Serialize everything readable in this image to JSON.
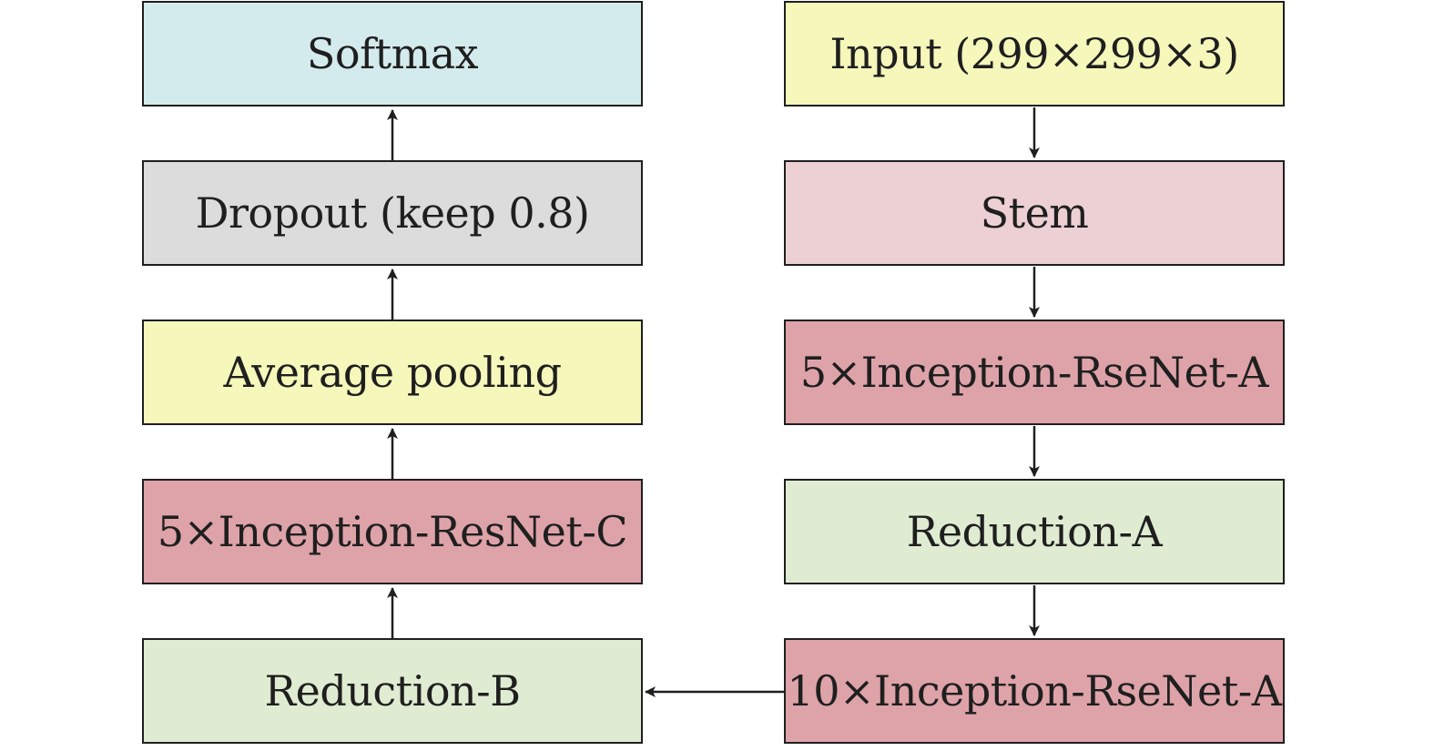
{
  "colors": {
    "cyan": "#d4ebed",
    "gray": "#dcdcdc",
    "yellow": "#f5f7bb",
    "pink": "#edd0d3",
    "rose": "#dea3a9",
    "green": "#e0ecd2",
    "stroke": "#1f1f1f"
  },
  "nodes": [
    {
      "id": "input",
      "label": "Input (299×299×3)",
      "color": "yellow"
    },
    {
      "id": "stem",
      "label": "Stem",
      "color": "pink"
    },
    {
      "id": "inception-a-5",
      "label": "5×Inception-RseNet-A",
      "color": "rose"
    },
    {
      "id": "reduction-a",
      "label": "Reduction-A",
      "color": "green"
    },
    {
      "id": "inception-a-10",
      "label": "10×Inception-RseNet-A",
      "color": "rose"
    },
    {
      "id": "reduction-b",
      "label": "Reduction-B",
      "color": "green"
    },
    {
      "id": "inception-c-5",
      "label": "5×Inception-ResNet-C",
      "color": "rose"
    },
    {
      "id": "avg-pool",
      "label": "Average pooling",
      "color": "yellow"
    },
    {
      "id": "dropout",
      "label": "Dropout (keep 0.8)",
      "color": "gray"
    },
    {
      "id": "softmax",
      "label": "Softmax",
      "color": "cyan"
    }
  ],
  "edges": [
    {
      "from": "input",
      "to": "stem"
    },
    {
      "from": "stem",
      "to": "inception-a-5"
    },
    {
      "from": "inception-a-5",
      "to": "reduction-a"
    },
    {
      "from": "reduction-a",
      "to": "inception-a-10"
    },
    {
      "from": "inception-a-10",
      "to": "reduction-b"
    },
    {
      "from": "reduction-b",
      "to": "inception-c-5"
    },
    {
      "from": "inception-c-5",
      "to": "avg-pool"
    },
    {
      "from": "avg-pool",
      "to": "dropout"
    },
    {
      "from": "dropout",
      "to": "softmax"
    }
  ]
}
